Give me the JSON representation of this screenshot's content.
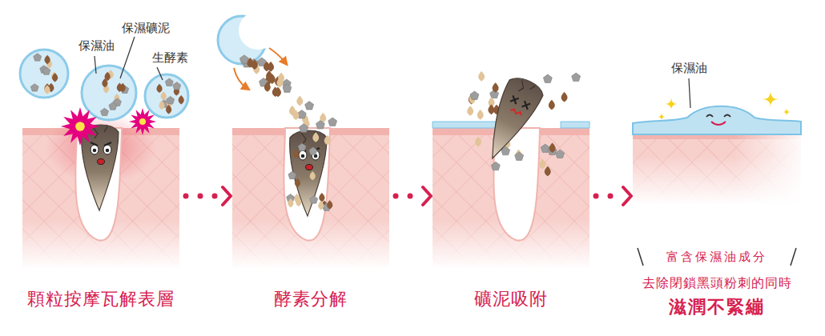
{
  "diagram": {
    "nodes": [
      {
        "text": [
          "顆粒按摩瓦解表層"
        ]
      },
      {
        "text": [
          "酵素分解"
        ]
      },
      {
        "text": [
          "礦泥吸附"
        ]
      },
      {
        "text": [
          "富含保濕油成分",
          "去除閉鎖黑頭粉刺的同時",
          "滋潤不緊繃"
        ]
      }
    ],
    "edges": [
      {
        "from": 0,
        "to": 1,
        "arrow": "to"
      },
      {
        "from": 1,
        "to": 2,
        "arrow": "to"
      },
      {
        "from": 2,
        "to": 3,
        "arrow": "to"
      }
    ],
    "labels": [
      "保濕油",
      "保濕礦泥",
      "生酵素",
      "保濕油"
    ]
  }
}
